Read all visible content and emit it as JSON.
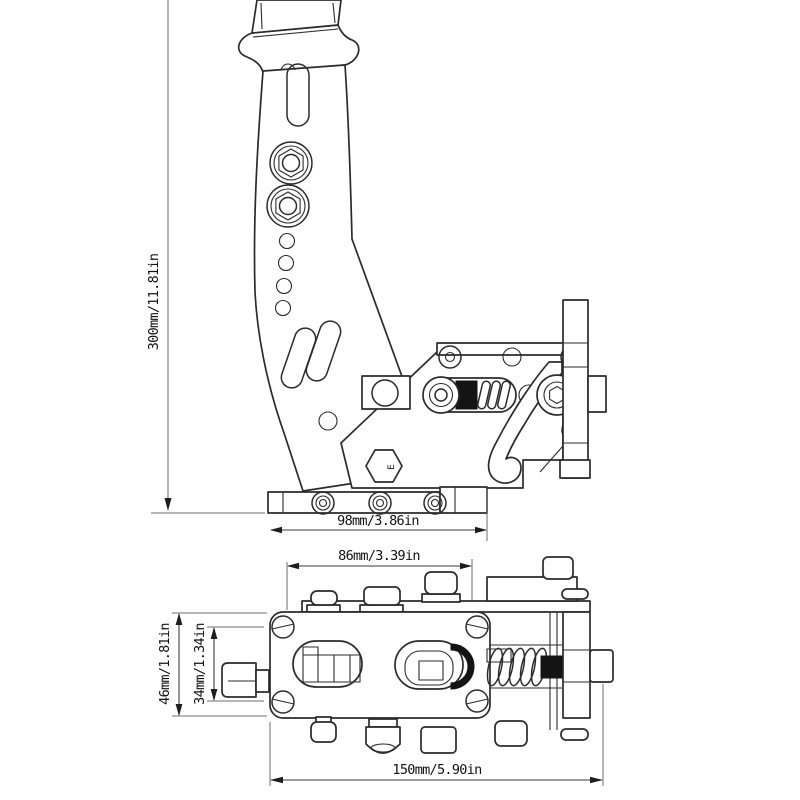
{
  "canvas": {
    "background": "#ffffff",
    "line_color": "#2b2b2b",
    "dim_line_color": "#3a3a3a",
    "extension_line_color": "#6e6e6e",
    "thread_fill_color": "#141414"
  },
  "side_view": {
    "dim_height_label": "300mm/11.81in",
    "dim_base_label": "98mm/3.86in",
    "hex_mark": "E"
  },
  "plan_view": {
    "dim_width_label": "86mm/3.39in",
    "dim_depth_label": "46mm/1.81in",
    "dim_hole_spacing_label": "34mm/1.34in",
    "dim_length_label": "150mm/5.90in"
  }
}
